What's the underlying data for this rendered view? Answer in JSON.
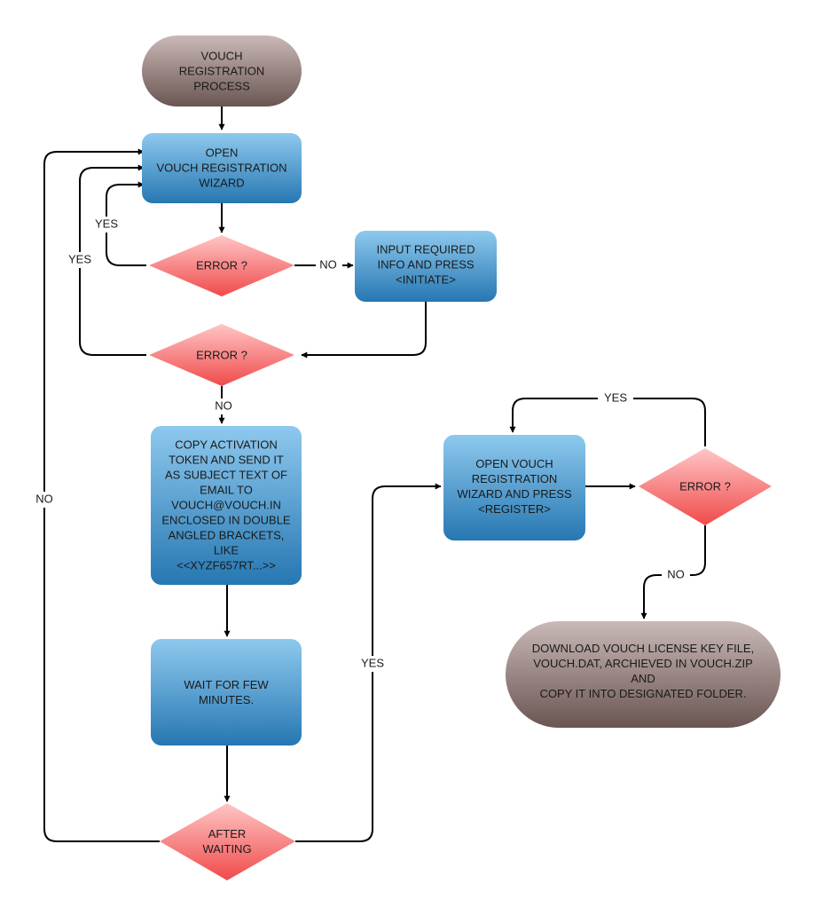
{
  "colors": {
    "process_top": "#8ec9ee",
    "process_bottom": "#2677b2",
    "decision_top": "#ffc6c6",
    "decision_bottom": "#f04a4a",
    "terminal_top": "#c9b9b7",
    "terminal_bottom": "#6a5552",
    "edge": "#000000"
  },
  "nodes": {
    "start": {
      "lines": [
        "VOUCH",
        "REGISTRATION",
        "PROCESS"
      ]
    },
    "open_wizard": {
      "lines": [
        "OPEN",
        "VOUCH REGISTRATION",
        "WIZARD"
      ]
    },
    "error_1": {
      "lines": [
        "ERROR ?"
      ]
    },
    "input_info": {
      "lines": [
        "INPUT REQUIRED",
        "INFO AND PRESS",
        "<INITIATE>"
      ]
    },
    "error_2": {
      "lines": [
        "ERROR ?"
      ]
    },
    "copy_token": {
      "lines": [
        "COPY ACTIVATION",
        "TOKEN AND SEND IT",
        "AS SUBJECT TEXT OF",
        "EMAIL TO",
        "VOUCH@VOUCH.IN",
        "ENCLOSED IN DOUBLE",
        "ANGLED BRACKETS,",
        "LIKE",
        "<<XYZF657RT...>>"
      ]
    },
    "wait": {
      "lines": [
        "WAIT FOR FEW",
        "MINUTES."
      ]
    },
    "after_waiting": {
      "lines": [
        "AFTER",
        "WAITING"
      ]
    },
    "open_register": {
      "lines": [
        "OPEN VOUCH",
        "REGISTRATION",
        "WIZARD AND PRESS",
        "<REGISTER>"
      ]
    },
    "error_3": {
      "lines": [
        "ERROR ?"
      ]
    },
    "download": {
      "lines": [
        "DOWNLOAD VOUCH LICENSE KEY FILE,",
        "VOUCH.DAT, ARCHIEVED IN VOUCH.ZIP",
        "AND",
        "COPY IT INTO DESIGNATED FOLDER."
      ]
    }
  },
  "edge_labels": {
    "error1_yes": "YES",
    "error1_no": "NO",
    "error2_yes": "YES",
    "error2_no": "NO",
    "after_waiting_no": "NO",
    "after_waiting_yes": "YES",
    "error3_yes": "YES",
    "error3_no": "NO"
  }
}
